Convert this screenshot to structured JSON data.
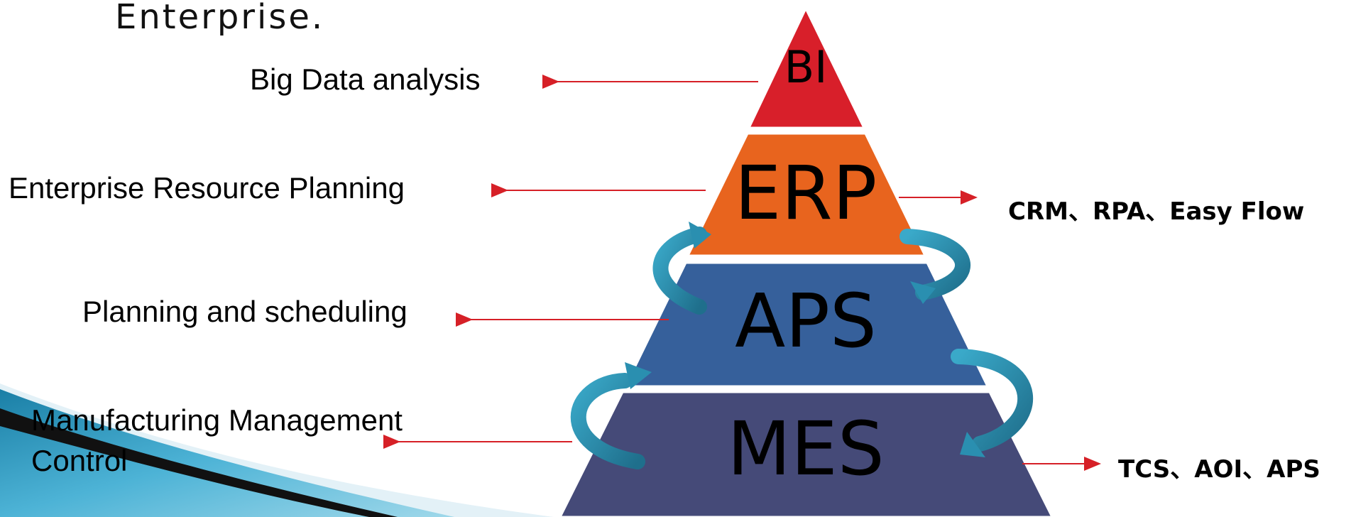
{
  "title_fragment": "Enterprise.",
  "pyramid": {
    "tiers": [
      {
        "label": "BI",
        "color": "#d81f2a"
      },
      {
        "label": "ERP",
        "color": "#e8641e"
      },
      {
        "label": "APS",
        "color": "#36609b"
      },
      {
        "label": "MES",
        "color": "#454a78"
      }
    ]
  },
  "left_labels": {
    "bi": "Big Data analysis",
    "erp": "Enterprise Resource Planning",
    "aps": "Planning and scheduling",
    "mes_line1": "Manufacturing Management",
    "mes_line2": "Control"
  },
  "right_labels": {
    "erp": "CRM、RPA、Easy Flow",
    "mes": "TCS、AOI、APS"
  },
  "colors": {
    "arrow": "#d62027",
    "cycle_arrow": "#2a8fb0"
  },
  "icons": [
    "cycle-arrow-icon",
    "cycle-arrow-icon",
    "cycle-arrow-icon",
    "cycle-arrow-icon"
  ]
}
